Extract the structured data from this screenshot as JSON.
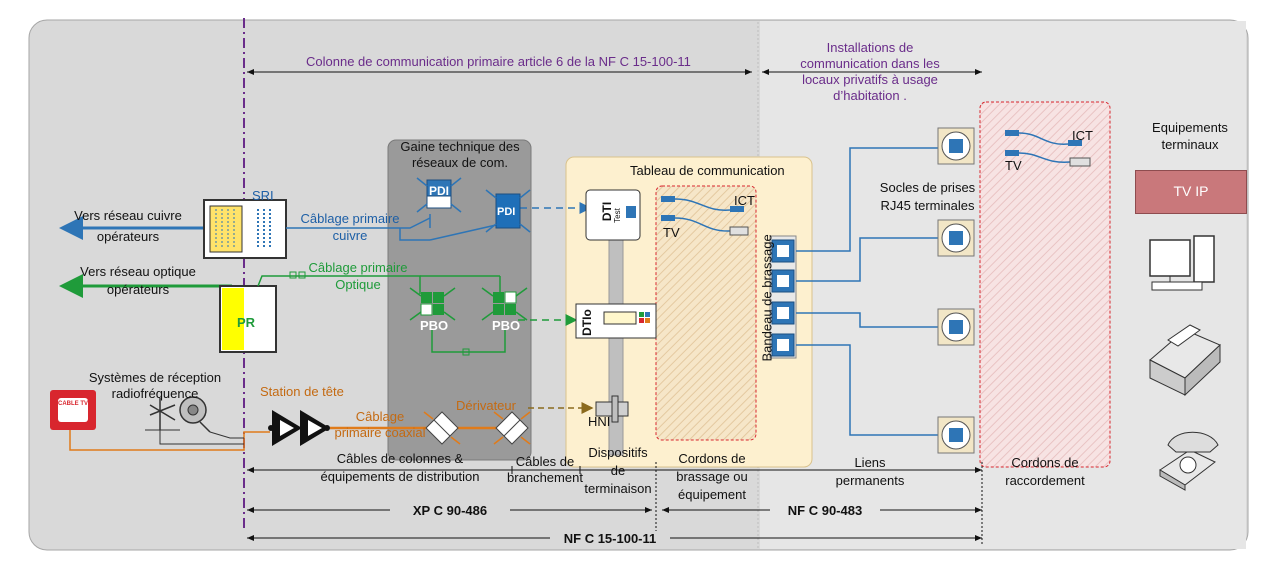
{
  "labels": {
    "colonne": "Colonne de communication primaire article 6 de la NF C 15-100-11",
    "installations_l1": "Installations de",
    "installations_l2": "communication dans les",
    "installations_l3": "locaux privatifs à usage",
    "installations_l4": "d’habitation .",
    "vers_cuivre_l1": "Vers réseau cuivre",
    "vers_cuivre_l2": "opérateurs",
    "vers_optique_l1": "Vers réseau optique",
    "vers_optique_l2": "opérateurs",
    "sri": "SRI",
    "pr": "PR",
    "gaine_l1": "Gaine technique des",
    "gaine_l2": "réseaux de com.",
    "pdi": "PDI",
    "cablage_cuivre_l1": "Câblage primaire",
    "cablage_cuivre_l2": "cuivre",
    "cablage_optique_l1": "Câblage primaire",
    "cablage_optique_l2": "Optique",
    "pbo": "PBO",
    "systemes_l1": "Systèmes de réception",
    "systemes_l2": "radiofréquence",
    "station": "Station de tête",
    "coaxial_l1": "Câblage",
    "coaxial_l2": "primaire coaxial",
    "derivateur": "Dérivateur",
    "cable_tv": "CABLE TV",
    "tableau": "Tableau de communication",
    "dti": "DTI",
    "test": "Test",
    "dtio": "DTIo",
    "hni": "HNI",
    "ict": "ICT",
    "tv": "TV",
    "bandeau": "Bandeau de brassage",
    "socles_l1": "Socles de prises",
    "socles_l2": "RJ45 terminales",
    "equipements_l1": "Equipements",
    "equipements_l2": "terminaux",
    "tv_ip": "TV IP",
    "cables_colonnes_l1": "Câbles de colonnes &",
    "cables_colonnes_l2": "équipements de distribution",
    "cables_branchement_l1": "Câbles de",
    "cables_branchement_l2": "branchement",
    "dispositifs_l1": "Dispositifs",
    "dispositifs_l2": "de",
    "dispositifs_l3": "terminaison",
    "cordons_brassage_l1": "Cordons de",
    "cordons_brassage_l2": "brassage ou",
    "cordons_brassage_l3": "équipement",
    "liens_l1": "Liens",
    "liens_l2": "permanents",
    "cordons_raccord_l1": "Cordons de",
    "cordons_raccord_l2": "raccordement",
    "xp": "XP C 90-486",
    "nf483": "NF C 90-483",
    "nf15100": "NF C 15-100-11"
  },
  "colors": {
    "copper": "#2e75b6",
    "fiber": "#1f9b3a",
    "coax": "#e07b1a",
    "purple": "#6a2c8a",
    "panel": "#d9d9d9",
    "gaine": "#9a9a9a",
    "tableau": "#fdf0cf",
    "raccord": "#f3dada",
    "tvip": "#c9787b"
  }
}
